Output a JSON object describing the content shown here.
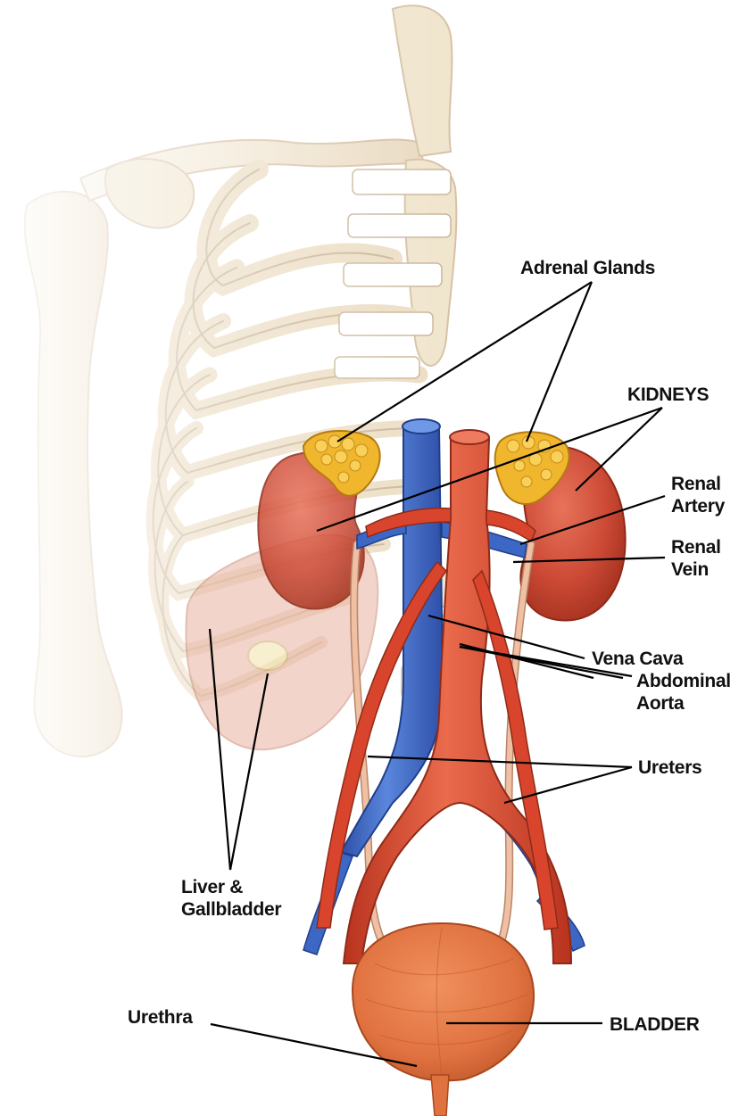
{
  "labels": {
    "adrenal_glands": "Adrenal Glands",
    "kidneys": "KIDNEYS",
    "renal_artery_1": "Renal",
    "renal_artery_2": "Artery",
    "renal_vein_1": "Renal",
    "renal_vein_2": "Vein",
    "vena_cava": "Vena Cava",
    "abdominal_aorta_1": "Abdominal",
    "abdominal_aorta_2": "Aorta",
    "ureters": "Ureters",
    "liver_1": "Liver &",
    "liver_2": "Gallbladder",
    "bladder": "BLADDER",
    "urethra": "Urethra"
  },
  "colors": {
    "bone": "#efe0c4",
    "bone_shade": "#c9b08c",
    "kidney": "#cc4a36",
    "adrenal": "#f0b62e",
    "vein": "#3d67c4",
    "artery": "#d8452c",
    "ureter": "#f0c0a4",
    "liver": "#e8b2a0",
    "bladder": "#e07240",
    "leader_line": "#000000"
  }
}
